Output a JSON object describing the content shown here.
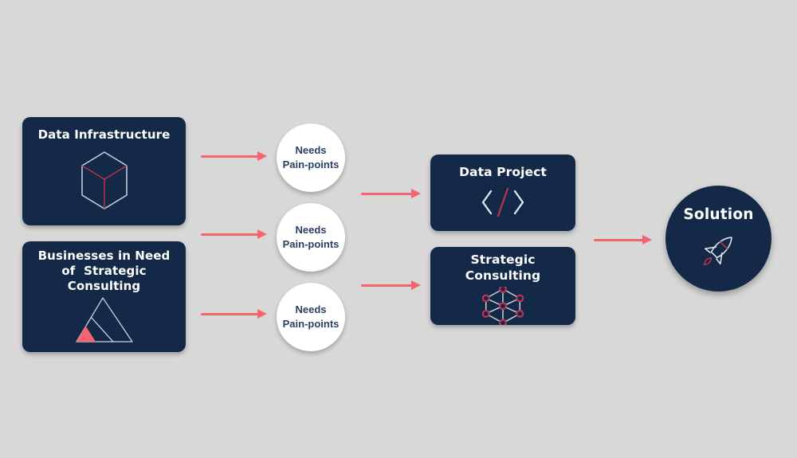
{
  "diagram": {
    "type": "flowchart",
    "background": "#d8d8d8",
    "colors": {
      "node_fill": "#142947",
      "node_text": "#ffffff",
      "circle_fill": "#ffffff",
      "circle_text": "#2b3f63",
      "arrow": "#f5636d",
      "accent_red": "#b5334d",
      "node_accent_red": "#c23550",
      "icon_stroke": "#d6dbe4"
    },
    "nodes": {
      "data_infrastructure": {
        "label": "Data Infrastructure",
        "icon": "cube-wireframe-icon",
        "shape": "rounded-rectangle"
      },
      "businesses": {
        "label": "Businesses in Need\nof  Strategic\nConsulting",
        "icon": "triangle-mountain-icon",
        "shape": "rounded-rectangle"
      },
      "needs_1": {
        "label": "Needs\nPain-points",
        "shape": "circle"
      },
      "needs_2": {
        "label": "Needs\nPain-points",
        "shape": "circle"
      },
      "needs_3": {
        "label": "Needs\nPain-points",
        "shape": "circle"
      },
      "data_project": {
        "label": "Data Project",
        "icon": "code-slash-icon",
        "shape": "rounded-rectangle"
      },
      "strategic_consulting": {
        "label": "Strategic\nConsulting",
        "icon": "network-hexagon-icon",
        "shape": "rounded-rectangle"
      },
      "solution": {
        "label": "Solution",
        "icon": "rocket-icon",
        "shape": "circle"
      }
    },
    "connections": [
      {
        "from": "data_infrastructure",
        "to": "needs_1"
      },
      {
        "from": "businesses",
        "to": "needs_2"
      },
      {
        "from": "businesses",
        "to": "needs_3"
      },
      {
        "from": "needs_1",
        "to": "data_project"
      },
      {
        "from": "needs_3",
        "to": "strategic_consulting"
      },
      {
        "from": "data_project_and_strategic_consulting",
        "to": "solution"
      }
    ]
  }
}
